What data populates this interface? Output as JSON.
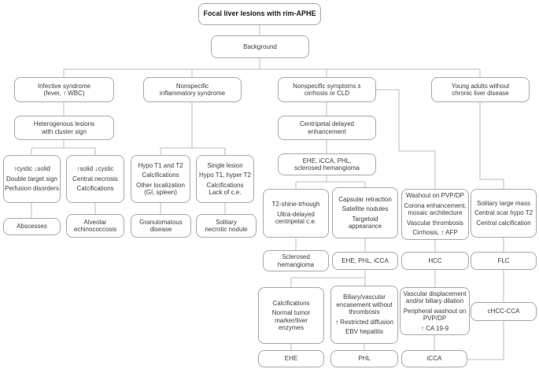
{
  "figure_title": "Focal liver lesions with rim-APHE flowchart",
  "colors": {
    "box_border": "#a9a9a9",
    "connector": "#bdbdbd",
    "text": "#3c3c3c",
    "background": "#ffffff"
  },
  "diagram": {
    "nodes": {
      "root": {
        "bold": true,
        "items": [
          [
            "Focal liver lesions with rim-APHE"
          ]
        ]
      },
      "background": {
        "items": [
          [
            "Background"
          ]
        ]
      },
      "infective": {
        "items": [
          [
            "Infective syndrome",
            "(fever, ↑ WBC)"
          ]
        ]
      },
      "inflammatory": {
        "items": [
          [
            "Nonspecific",
            "inflammatory syndrome"
          ]
        ]
      },
      "nonspecific_symptoms": {
        "items": [
          [
            "Nonspecific symptoms ±",
            "cirrhosis or CLD"
          ]
        ]
      },
      "young_adults": {
        "items": [
          [
            "Young adults without",
            "chronic liver disease"
          ]
        ]
      },
      "heterogenous": {
        "items": [
          [
            "Heterogenous lesions",
            "with cluster sign"
          ]
        ]
      },
      "centripetal": {
        "items": [
          [
            "Centripetal delayed",
            "enhancement"
          ]
        ]
      },
      "ehe_group": {
        "items": [
          [
            "EHE, iCCA, PHL,",
            "sclerosed hemangioma"
          ]
        ]
      },
      "cystic": {
        "items": [
          [
            "↑cystic ↓solid"
          ],
          [
            "Double target sign"
          ],
          [
            "Perfusion disorders"
          ]
        ]
      },
      "solid": {
        "items": [
          [
            "↑solid ↓cystic"
          ],
          [
            "Central necrosis"
          ],
          [
            "Calcifications"
          ]
        ]
      },
      "hypo_t1t2": {
        "items": [
          [
            "Hypo T1 and T2"
          ],
          [
            "Calcifications"
          ],
          [
            "Other localization",
            "(GI, spleen)"
          ]
        ]
      },
      "single_lesion": {
        "items": [
          [
            "Single lesion"
          ],
          [
            "Hypo T1, hyper T2"
          ],
          [
            "Calcifications",
            "Lack of c.e."
          ]
        ]
      },
      "abscesses": {
        "items": [
          [
            "Abscesses"
          ]
        ]
      },
      "alveolar": {
        "items": [
          [
            "Alveolar",
            "echinococcosis"
          ]
        ]
      },
      "granulomatous": {
        "items": [
          [
            "Granulomatous",
            "disease"
          ]
        ]
      },
      "solitary_necrotic": {
        "items": [
          [
            "Solitary",
            "necrotic nodule"
          ]
        ]
      },
      "t2_shine": {
        "items": [
          [
            "T2-shine-trhough"
          ],
          [
            "Ultra-delayed",
            "centripetal c.e."
          ]
        ]
      },
      "capsular": {
        "items": [
          [
            "Capsular retraction"
          ],
          [
            "Satellite nodules"
          ],
          [
            "Targetoid",
            "appearance"
          ]
        ]
      },
      "washout": {
        "items": [
          [
            "Washout on PVP/DP"
          ],
          [
            "Corona enhancement,",
            "mosaic architecture"
          ],
          [
            "Vascular thrombosis"
          ],
          [
            "Cirrhosis, ↑ AFP"
          ]
        ]
      },
      "solitary_mass": {
        "items": [
          [
            "Solitary large mass"
          ],
          [
            "Central scar hypo T2"
          ],
          [
            "Central calcification"
          ]
        ]
      },
      "sclerosed": {
        "items": [
          [
            "Sclerosed",
            "hemangioma"
          ]
        ]
      },
      "ehe_phl_icca": {
        "items": [
          [
            "EHE, PHL, iCCA"
          ]
        ]
      },
      "hcc": {
        "items": [
          [
            "HCC"
          ]
        ]
      },
      "flc": {
        "items": [
          [
            "FLC"
          ]
        ]
      },
      "calcifications_ehe": {
        "items": [
          [
            "Calcifications"
          ],
          [
            "Normal tumor",
            "marker/liver",
            "enzymes"
          ]
        ]
      },
      "biliary": {
        "items": [
          [
            "Biliary/vascular",
            "encasement without",
            "thrombosis"
          ],
          [
            "↑ Restricted diffusion"
          ],
          [
            "EBV hepatitis"
          ]
        ]
      },
      "vascular_displacement": {
        "items": [
          [
            "Vascular displacement",
            "and/or biliary dilation"
          ],
          [
            "Peripheral washout on",
            "PVP/DP"
          ],
          [
            "↑ CA 19-9"
          ]
        ]
      },
      "chcc": {
        "items": [
          [
            "cHCC-CCA"
          ]
        ]
      },
      "ehe": {
        "items": [
          [
            "EHE"
          ]
        ]
      },
      "phl": {
        "items": [
          [
            "PHL"
          ]
        ]
      },
      "icca": {
        "items": [
          [
            "iCCA"
          ]
        ]
      }
    }
  }
}
